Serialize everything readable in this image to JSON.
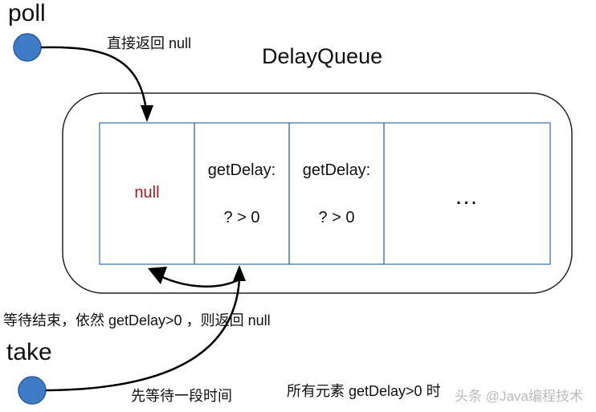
{
  "diagram": {
    "queue_title": "DelayQueue",
    "poll_label": "poll",
    "take_label": "take",
    "poll_annotation": "直接返回 null",
    "cells": [
      {
        "line1": "null",
        "line2": ""
      },
      {
        "line1": "getDelay:",
        "line2": "? > 0"
      },
      {
        "line1": "getDelay:",
        "line2": "? > 0"
      },
      {
        "line1": "…",
        "line2": ""
      }
    ],
    "wait_end_annotation": "等待结束，依然 getDelay>0 ，则返回 null",
    "wait_annotation": "先等待一段时间",
    "footer_note": "所有元素 getDelay>0 时",
    "watermark": "头条 @Java编程技术",
    "colors": {
      "node_fill": "#3e7cc8",
      "node_stroke": "#2a5a99",
      "cell_border": "#3a6aa8",
      "outline": "#222222",
      "null_text": "#a31a22"
    }
  }
}
